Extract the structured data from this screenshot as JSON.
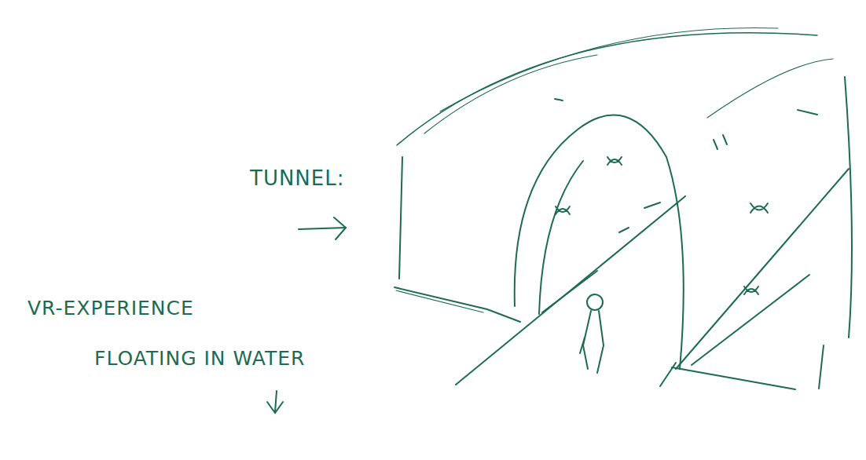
{
  "diagram": {
    "labels": [
      "TUNNEL:",
      "VR-EXPERIENCE",
      "FLOATING IN WATER"
    ]
  }
}
